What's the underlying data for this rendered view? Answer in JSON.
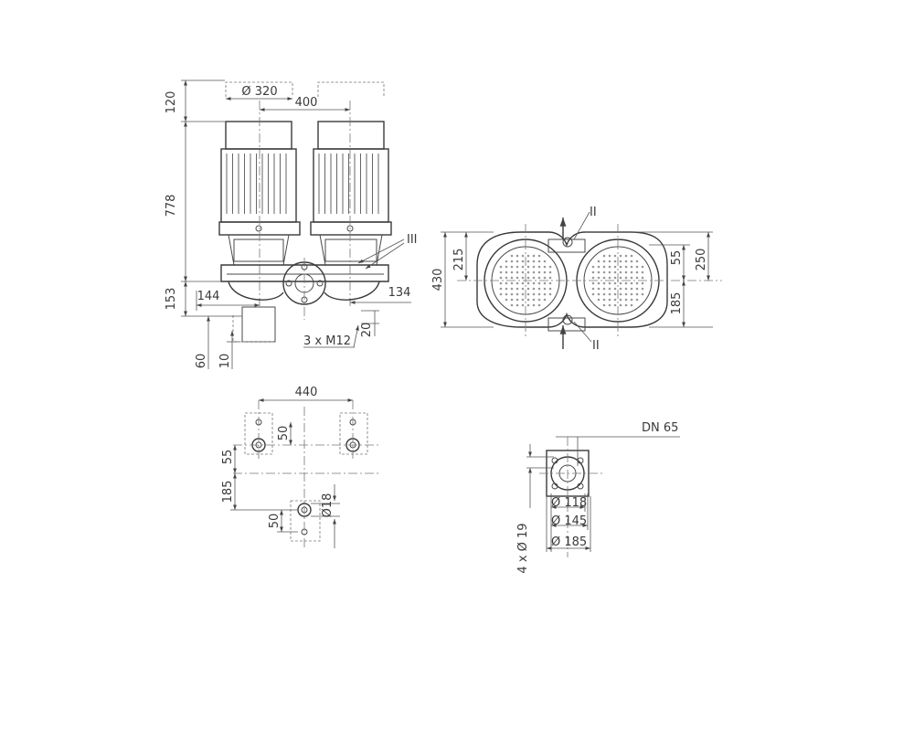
{
  "diagram": {
    "side_view": {
      "dim_120": "120",
      "dim_phi320": "Ø 320",
      "dim_400": "400",
      "dim_778": "778",
      "label_III": "III",
      "dim_153": "153",
      "dim_144": "144",
      "dim_134": "134",
      "dim_20": "20",
      "dim_3xM12": "3 x M12",
      "dim_60": "60",
      "dim_10": "10"
    },
    "top_view": {
      "label_II_top": "II",
      "label_II_bottom": "II",
      "dim_215": "215",
      "dim_430": "430",
      "dim_55": "55",
      "dim_250": "250",
      "dim_185": "185"
    },
    "base_plan": {
      "dim_440": "440",
      "dim_50_top": "50",
      "dim_55": "55",
      "dim_185": "185",
      "dim_50_bottom": "50",
      "dim_phi18": "Ø18"
    },
    "flange": {
      "dim_dn65": "DN 65",
      "dim_phi118": "Ø 118",
      "dim_phi145": "Ø 145",
      "dim_phi185": "Ø 185",
      "dim_4xphi19": "4 x Ø 19"
    }
  }
}
